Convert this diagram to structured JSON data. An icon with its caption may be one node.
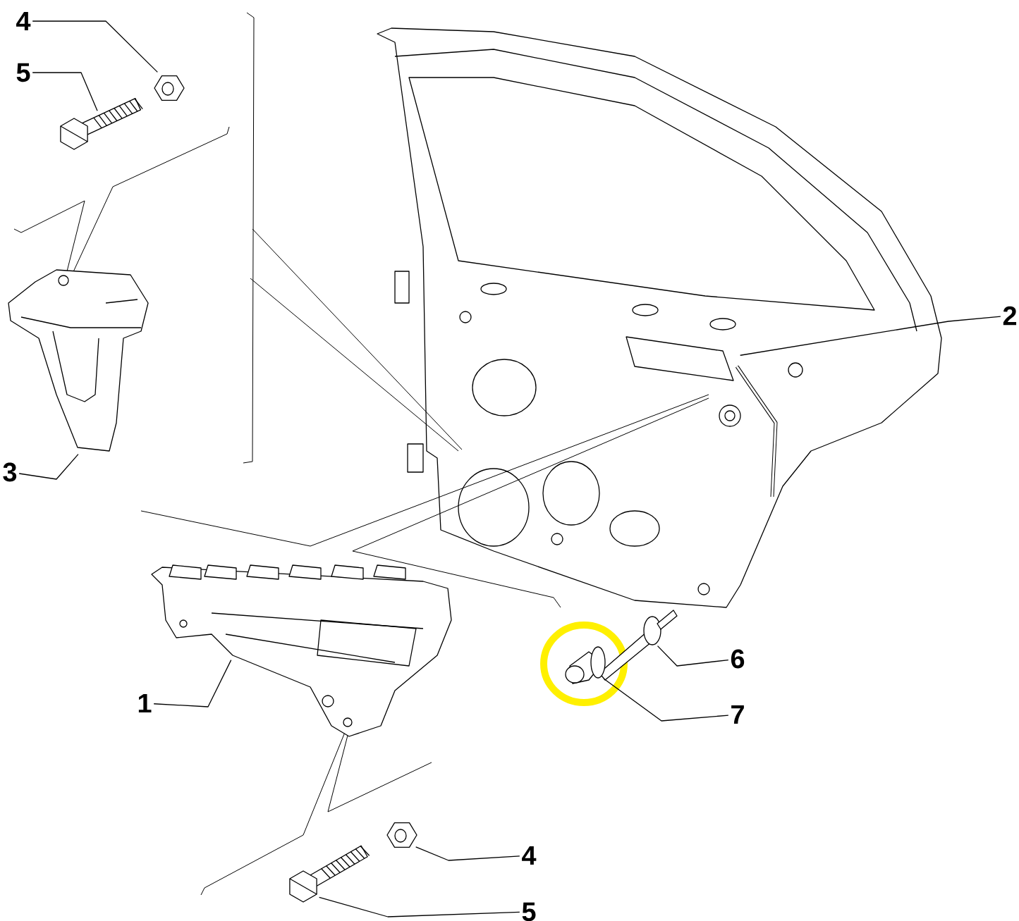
{
  "diagram": {
    "nodes": [
      {
        "text": [
          "4"
        ]
      },
      {
        "text": [],
        "shape": "picture"
      },
      {
        "text": [
          "5"
        ]
      },
      {
        "text": [],
        "shape": "picture"
      },
      {
        "text": [
          "3"
        ]
      },
      {
        "text": [],
        "shape": "picture"
      },
      {
        "text": [
          "2"
        ]
      },
      {
        "text": [],
        "shape": "picture"
      },
      {
        "text": [
          "1"
        ]
      },
      {
        "text": [],
        "shape": "picture"
      },
      {
        "text": [
          "6"
        ]
      },
      {
        "text": [],
        "shape": "picture"
      },
      {
        "text": [
          "7"
        ]
      },
      {
        "text": [],
        "shape": "picture"
      },
      {
        "text": [
          "4"
        ]
      },
      {
        "text": [],
        "shape": "picture"
      },
      {
        "text": [
          "5"
        ]
      },
      {
        "text": [],
        "shape": "picture"
      }
    ],
    "edges": [
      {
        "from": 0,
        "to": 1,
        "arrow": "none"
      },
      {
        "from": 2,
        "to": 3,
        "arrow": "none"
      },
      {
        "from": 4,
        "to": 5,
        "arrow": "none"
      },
      {
        "from": 6,
        "to": 7,
        "arrow": "none"
      },
      {
        "from": 8,
        "to": 9,
        "arrow": "none"
      },
      {
        "from": 10,
        "to": 11,
        "arrow": "none"
      },
      {
        "from": 12,
        "to": 13,
        "arrow": "none"
      },
      {
        "from": 14,
        "to": 15,
        "arrow": "none"
      },
      {
        "from": 16,
        "to": 17,
        "arrow": "none"
      }
    ]
  }
}
